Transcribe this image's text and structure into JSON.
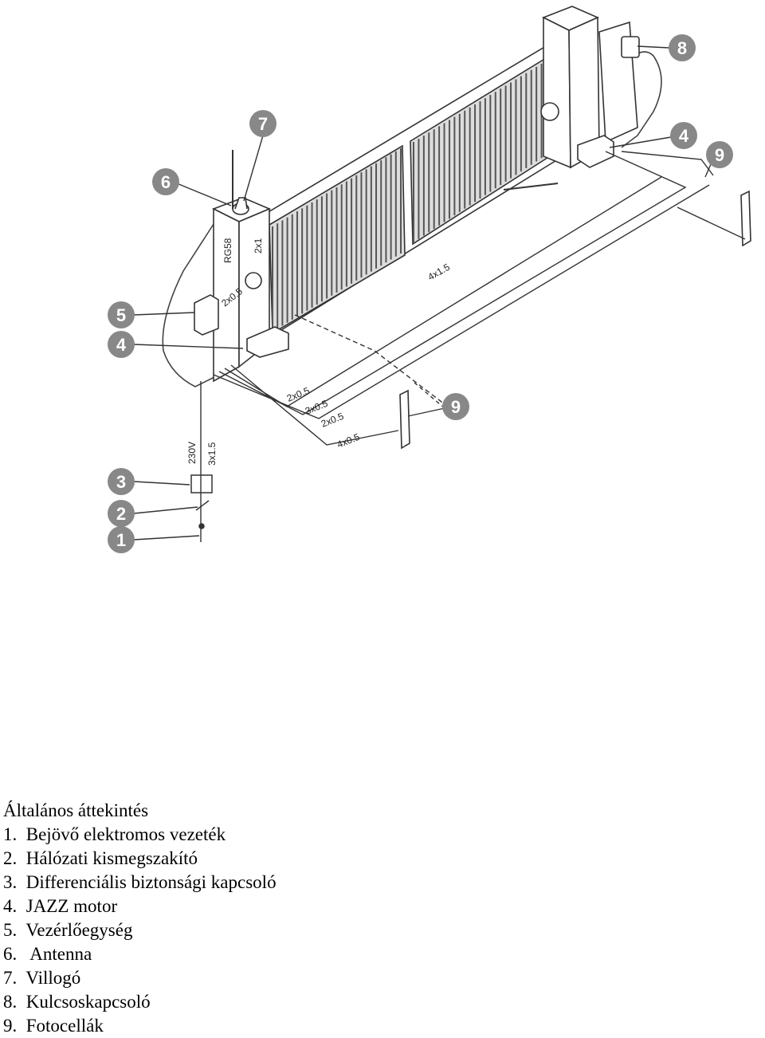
{
  "diagram": {
    "wire_labels": {
      "rg58": "RG58",
      "w2x1": "2x1",
      "w2x05_post": "2x0.5",
      "w4x15": "4x1.5",
      "w230v": "230V",
      "w3x15": "3x1.5",
      "bundle": [
        "2x0.5",
        "3x0.5",
        "2x0.5",
        "4x0.5"
      ]
    },
    "callouts": [
      "1",
      "2",
      "3",
      "4",
      "5",
      "6",
      "7",
      "8",
      "4",
      "9",
      "9"
    ],
    "badge_color": "#888888",
    "line_color": "#333333"
  },
  "legend": {
    "title": "Általános áttekintés",
    "items": [
      "1.  Bejövő elektromos vezeték",
      "2.  Hálózati kismegszakító",
      "3.  Differenciális biztonsági kapcsoló",
      "4.  JAZZ motor",
      "5.  Vezérlőegység",
      "6.   Antenna",
      "7.  Villogó",
      "8.  Kulcsoskapcsoló",
      "9.  Fotocellák"
    ]
  }
}
